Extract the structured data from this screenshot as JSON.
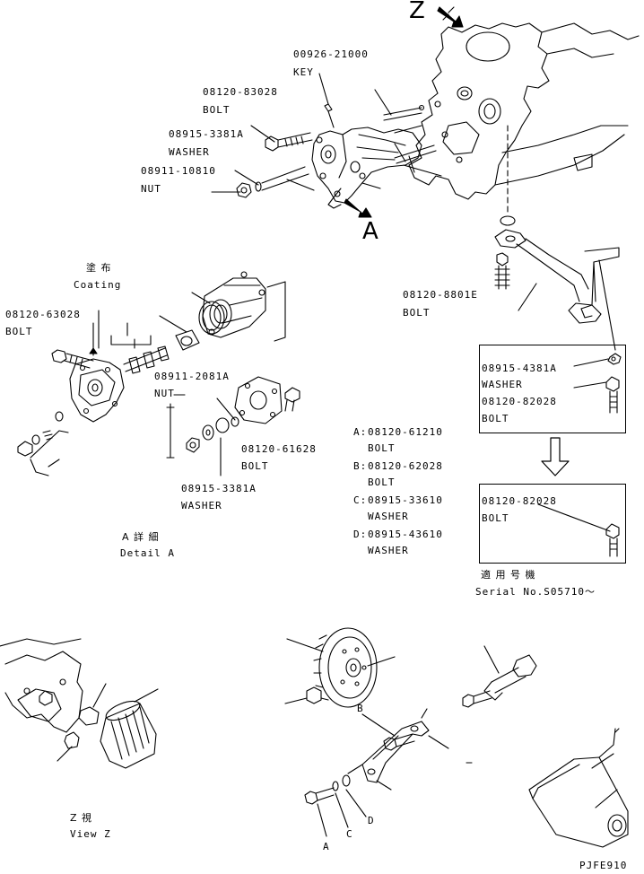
{
  "callouts": {
    "key_pn": "00926-21000",
    "key_name": "KEY",
    "bolt1_pn": "08120-83028",
    "bolt1_name": "BOLT",
    "washer1_pn": "08915-3381A",
    "washer1_name": "WASHER",
    "nut1_pn": "08911-10810",
    "nut1_name": "NUT",
    "bolt_pipe_pn": "08120-8801E",
    "bolt_pipe_name": "BOLT",
    "coating_jp": "塗 布",
    "coating_en": "Coating",
    "bolt_detail_pn": "08120-63028",
    "bolt_detail_name": "BOLT",
    "nut_detail_pn": "08911-2081A",
    "nut_detail_name": "NUT",
    "bolt_cover_pn": "08120-61628",
    "bolt_cover_name": "BOLT",
    "washer_detail_pn": "08915-3381A",
    "washer_detail_name": "WASHER"
  },
  "view_labels": {
    "z": "Z",
    "a": "A",
    "detail_jp": "A 詳 細",
    "detail_en": "Detail A",
    "viewz_jp": "Z   視",
    "viewz_en": "View Z"
  },
  "legend": {
    "items": [
      {
        "key": "A:",
        "pn": "08120-61210",
        "name": "BOLT"
      },
      {
        "key": "B:",
        "pn": "08120-62028",
        "name": "BOLT"
      },
      {
        "key": "C:",
        "pn": "08915-33610",
        "name": "WASHER"
      },
      {
        "key": "D:",
        "pn": "08915-43610",
        "name": "WASHER"
      }
    ]
  },
  "box1": {
    "washer_pn": "08915-4381A",
    "washer_name": "WASHER",
    "bolt_pn": "08120-82028",
    "bolt_name": "BOLT"
  },
  "box2": {
    "bolt_pn": "08120-82028",
    "bolt_name": "BOLT"
  },
  "serial": {
    "jp": "適 用 号 機",
    "en": "Serial No.S05710～"
  },
  "letters": {
    "a": "A",
    "b": "B",
    "c": "C",
    "d": "D"
  },
  "figure_code": "PJFE910"
}
